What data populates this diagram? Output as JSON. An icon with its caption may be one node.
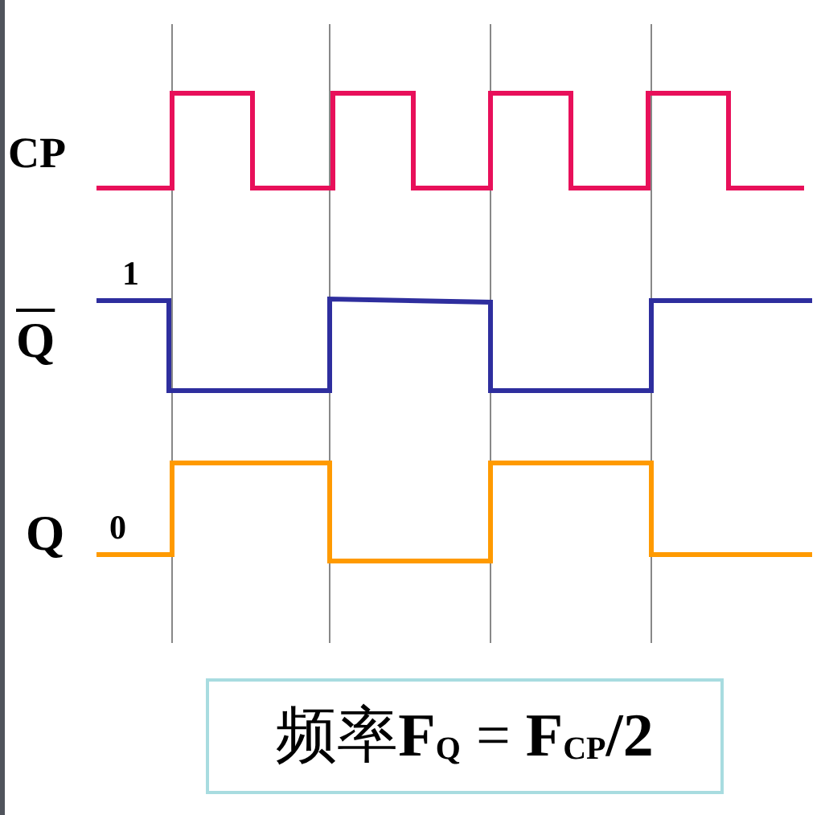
{
  "diagram": {
    "nodes": [
      {
        "text": [
          "频率**F**$_{Q}$ = **F**$_{CP}$**/2**"
        ]
      }
    ],
    "labels": [
      "CP",
      "1",
      "Q",
      "Q",
      "0"
    ]
  }
}
